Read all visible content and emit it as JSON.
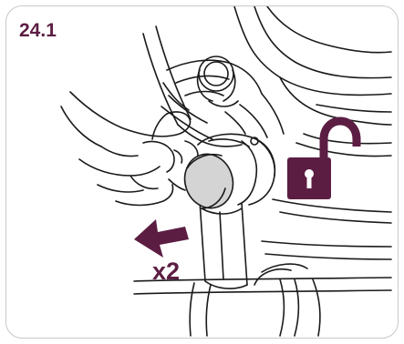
{
  "step": {
    "label": "24.1"
  },
  "action": {
    "repeat_label": "x2",
    "direction": "pull-outward"
  },
  "icons": {
    "arrow": "arrow-pull-icon",
    "unlock": "unlocked-padlock-icon",
    "hand": "hand-icon",
    "release_button": "release-button-icon"
  },
  "colors": {
    "accent": "#5c1d43",
    "line": "#1a1a1a",
    "button_face": "#d4d4d4",
    "border": "#c9c9c9"
  }
}
